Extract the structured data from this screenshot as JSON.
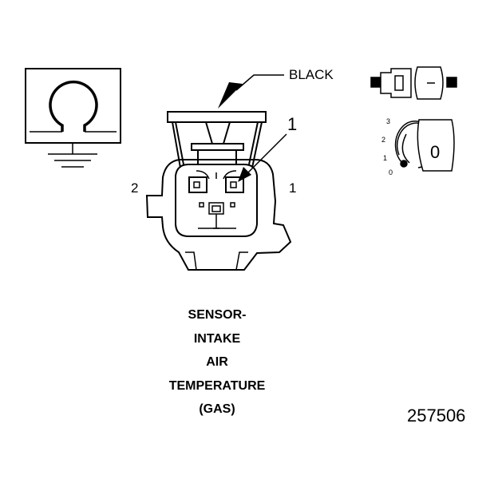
{
  "labels": {
    "wire_color": "BLACK",
    "pin_callout": "1",
    "cavity_left": "2",
    "cavity_right": "1",
    "figure_number": "257506"
  },
  "dial": {
    "ticks": [
      "3",
      "2",
      "1",
      "0"
    ],
    "selected": "0"
  },
  "title_lines": [
    "SENSOR-",
    "INTAKE",
    "AIR",
    "TEMPERATURE",
    "(GAS)"
  ],
  "icons": [
    "ohmmeter-symbol-icon",
    "ground-symbol-icon",
    "connector-icon",
    "dial-icon"
  ]
}
